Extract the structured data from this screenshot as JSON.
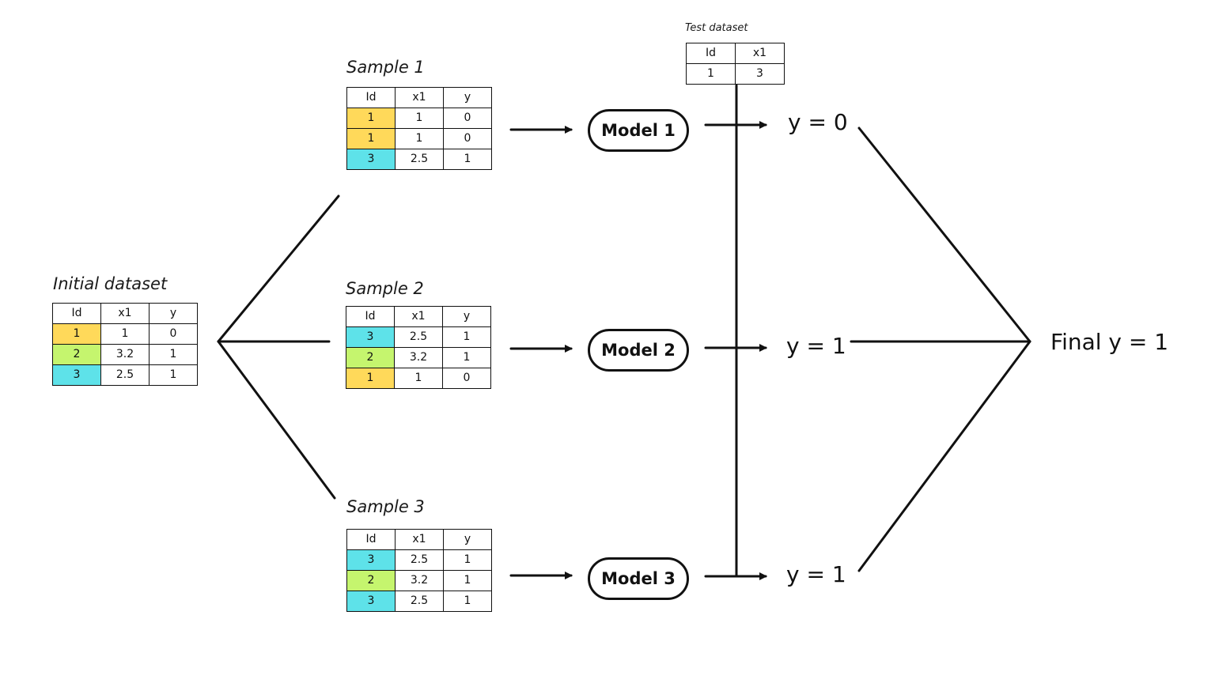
{
  "initial": {
    "caption": "Initial dataset",
    "headers": [
      "Id",
      "x1",
      "y"
    ],
    "rows": [
      [
        "1",
        "1",
        "0"
      ],
      [
        "2",
        "3.2",
        "1"
      ],
      [
        "3",
        "2.5",
        "1"
      ]
    ],
    "row_colors": [
      "yellow",
      "green",
      "cyan"
    ]
  },
  "samples": [
    {
      "caption": "Sample 1",
      "headers": [
        "Id",
        "x1",
        "y"
      ],
      "rows": [
        [
          "1",
          "1",
          "0"
        ],
        [
          "1",
          "1",
          "0"
        ],
        [
          "3",
          "2.5",
          "1"
        ]
      ],
      "row_colors": [
        "yellow",
        "yellow",
        "cyan"
      ],
      "model": "Model 1",
      "prediction": "y = 0"
    },
    {
      "caption": "Sample 2",
      "headers": [
        "Id",
        "x1",
        "y"
      ],
      "rows": [
        [
          "3",
          "2.5",
          "1"
        ],
        [
          "2",
          "3.2",
          "1"
        ],
        [
          "1",
          "1",
          "0"
        ]
      ],
      "row_colors": [
        "cyan",
        "green",
        "yellow"
      ],
      "model": "Model 2",
      "prediction": "y = 1"
    },
    {
      "caption": "Sample 3",
      "headers": [
        "Id",
        "x1",
        "y"
      ],
      "rows": [
        [
          "3",
          "2.5",
          "1"
        ],
        [
          "2",
          "3.2",
          "1"
        ],
        [
          "3",
          "2.5",
          "1"
        ]
      ],
      "row_colors": [
        "cyan",
        "green",
        "cyan"
      ],
      "model": "Model 3",
      "prediction": "y = 1"
    }
  ],
  "test": {
    "caption": "Test dataset",
    "headers": [
      "Id",
      "x1"
    ],
    "rows": [
      [
        "1",
        "3"
      ]
    ]
  },
  "final": "Final y = 1",
  "colors": {
    "yellow": "#ffd95a",
    "green": "#c5f56e",
    "cyan": "#5ee2e9",
    "line": "#111111"
  }
}
